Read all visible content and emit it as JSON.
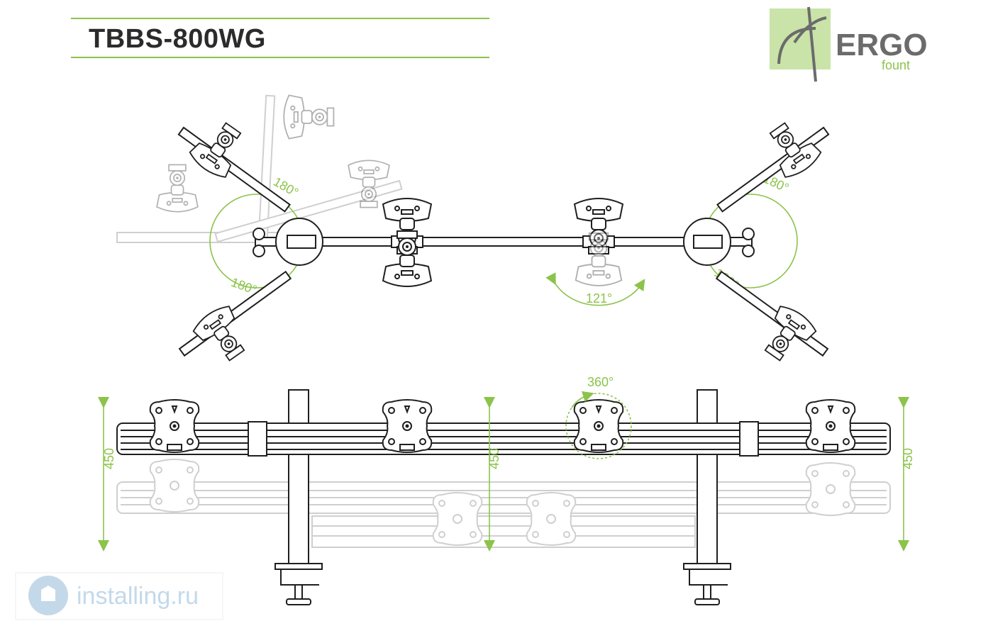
{
  "title": "TBBS-800WG",
  "logo": {
    "text": "ERGO",
    "subtext": "fount"
  },
  "watermark": {
    "text": "installing.ru"
  },
  "annotations": {
    "angle_top_left": "180°",
    "angle_bottom_left": "180°",
    "angle_top_right": "180°",
    "angle_bottom_right": "180°",
    "angle_center": "121°",
    "rotation": "360°",
    "height_left": "450",
    "height_center": "450",
    "height_right": "450"
  },
  "colors": {
    "accent": "#8cc34a",
    "line": "#1f1f1f",
    "ghost": "#cfcfcf",
    "logo_bg": "#c9e3a8"
  }
}
